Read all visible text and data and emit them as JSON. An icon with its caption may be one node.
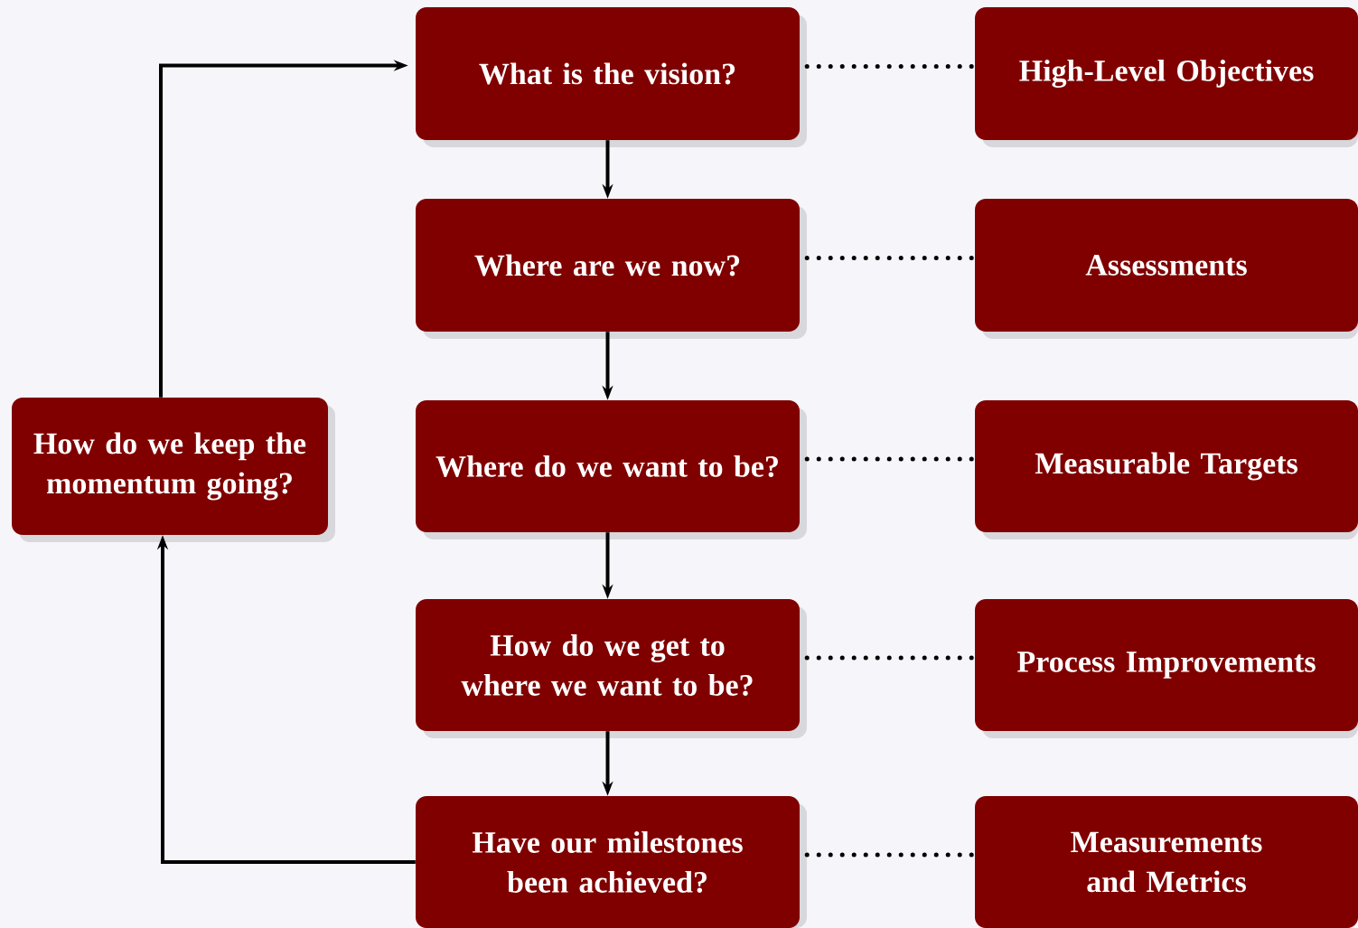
{
  "diagram": {
    "nodes": [
      {
        "text": [
          "What is the vision?"
        ]
      },
      {
        "text": [
          "Where are we now?"
        ]
      },
      {
        "text": [
          "Where do we want to be?"
        ]
      },
      {
        "text": [
          "How do we get to where we want to be?"
        ]
      },
      {
        "text": [
          "Have our milestones been achieved?"
        ]
      },
      {
        "text": [
          "High-Level Objectives"
        ]
      },
      {
        "text": [
          "Assessments"
        ]
      },
      {
        "text": [
          "Measurable Targets"
        ]
      },
      {
        "text": [
          "Process Improvements"
        ]
      },
      {
        "text": [
          "Measurements and Metrics"
        ]
      },
      {
        "text": [
          "How do we keep the momentum going?"
        ]
      }
    ],
    "edges": [
      {
        "from": 0,
        "to": 1,
        "arrow": "to"
      },
      {
        "from": 1,
        "to": 2,
        "arrow": "to"
      },
      {
        "from": 2,
        "to": 3,
        "arrow": "to"
      },
      {
        "from": 3,
        "to": 4,
        "arrow": "to"
      },
      {
        "from": 4,
        "to": 10,
        "arrow": "to"
      },
      {
        "from": 10,
        "to": 0,
        "arrow": "to"
      },
      {
        "from": 0,
        "to": 5,
        "arrow": "none",
        "style": "dashed"
      },
      {
        "from": 1,
        "to": 6,
        "arrow": "none",
        "style": "dashed"
      },
      {
        "from": 2,
        "to": 7,
        "arrow": "none",
        "style": "dashed"
      },
      {
        "from": 3,
        "to": 8,
        "arrow": "none",
        "style": "dashed"
      },
      {
        "from": 4,
        "to": 9,
        "arrow": "none",
        "style": "dashed"
      }
    ]
  }
}
